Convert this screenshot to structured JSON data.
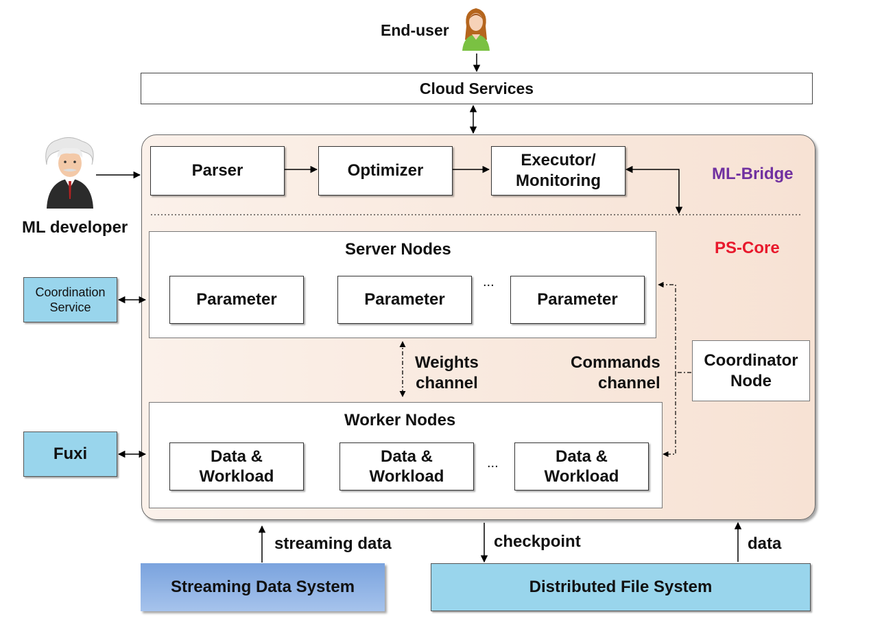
{
  "end_user": {
    "label": "End-user",
    "icon": "woman-user-icon"
  },
  "cloud_services": {
    "label": "Cloud Services"
  },
  "ml_developer": {
    "label": "ML developer",
    "icon": "einstein-developer-icon"
  },
  "ml_bridge": {
    "label": "ML-Bridge",
    "label_color": "#7030a0",
    "parser": "Parser",
    "optimizer": "Optimizer",
    "executor_line1": "Executor/",
    "executor_line2": "Monitoring"
  },
  "ps_core": {
    "label": "PS-Core",
    "label_color": "#e8192c",
    "server_nodes": {
      "title": "Server Nodes",
      "params": [
        "Parameter",
        "Parameter",
        "Parameter"
      ],
      "ellipsis": "..."
    },
    "weights_channel": {
      "line1": "Weights",
      "line2": "channel"
    },
    "commands_channel": {
      "line1": "Commands",
      "line2": "channel"
    },
    "coordinator": {
      "line1": "Coordinator",
      "line2": "Node"
    },
    "worker_nodes": {
      "title": "Worker Nodes",
      "items": [
        {
          "line1": "Data &",
          "line2": "Workload"
        },
        {
          "line1": "Data &",
          "line2": "Workload"
        },
        {
          "line1": "Data &",
          "line2": "Workload"
        }
      ],
      "ellipsis": "..."
    }
  },
  "coordination_service": {
    "line1": "Coordination",
    "line2": "Service"
  },
  "fuxi": {
    "label": "Fuxi"
  },
  "streaming": {
    "edge_label": "streaming data",
    "system": "Streaming Data System"
  },
  "dfs": {
    "checkpoint_label": "checkpoint",
    "data_label": "data",
    "system": "Distributed File System"
  },
  "colors": {
    "panel_fill": "#f9ebe1",
    "light_blue": "#99d5ec",
    "streaming_blue": "#7ea6e0"
  }
}
